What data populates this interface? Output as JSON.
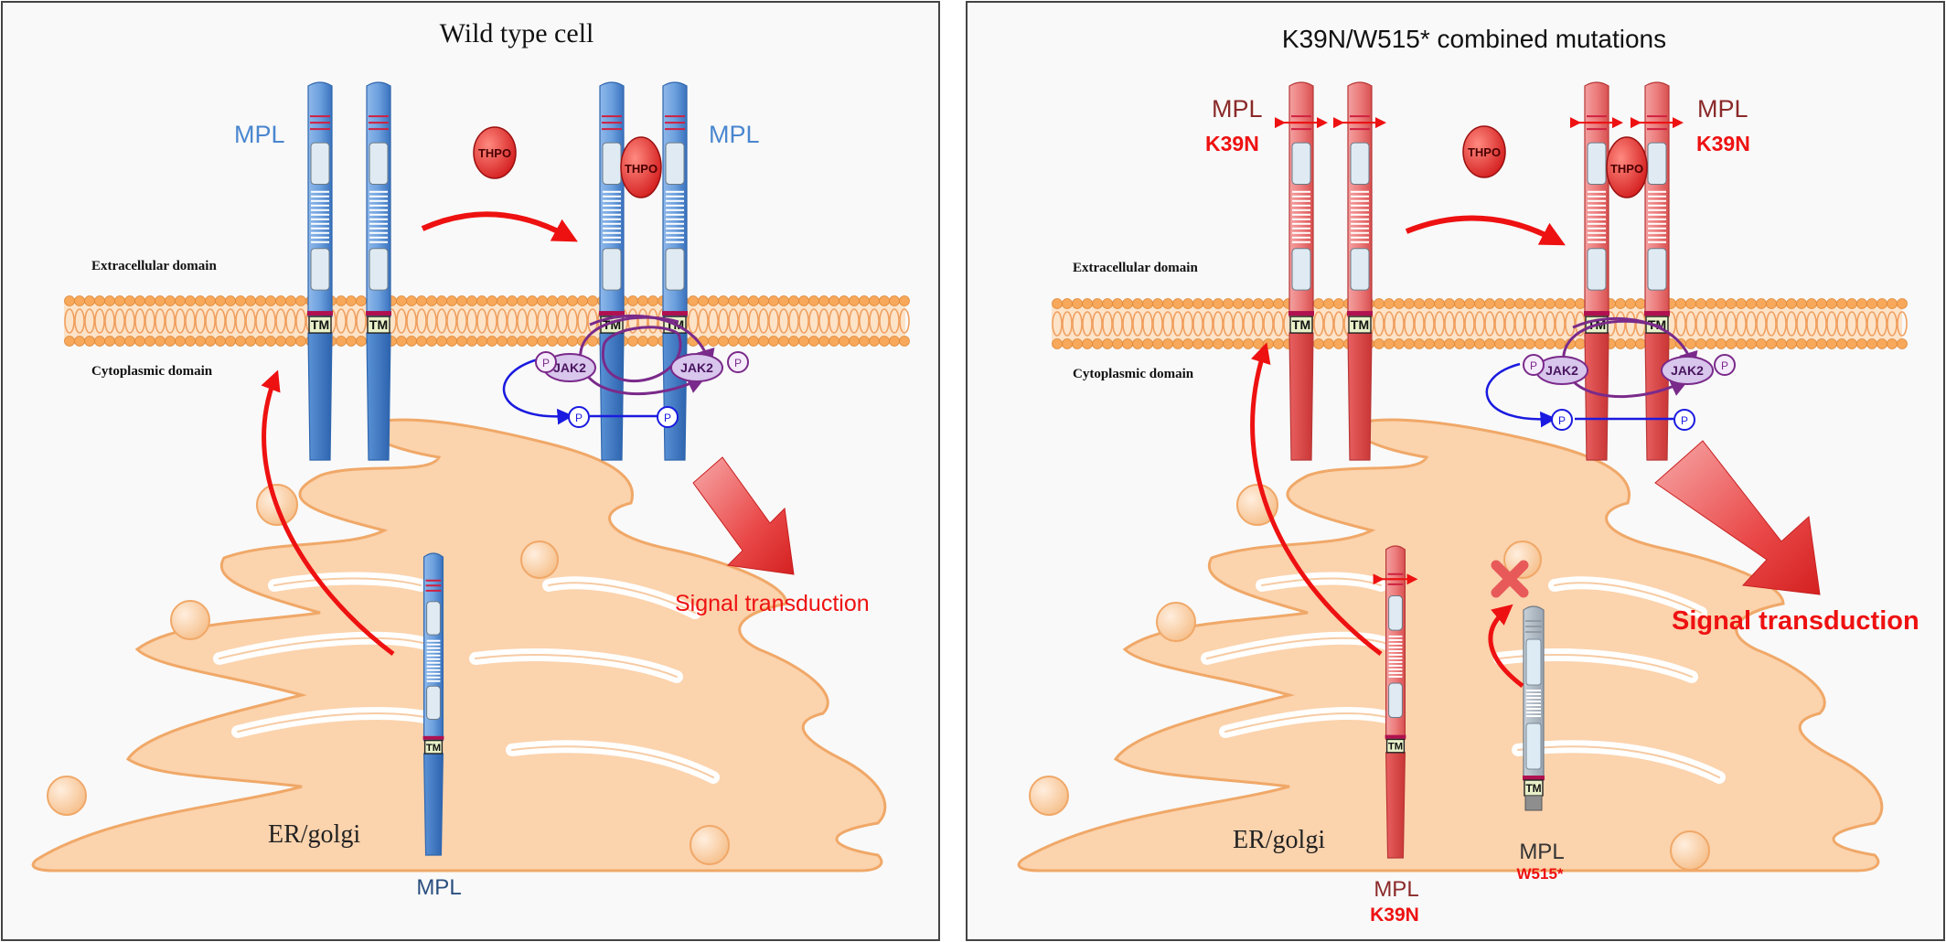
{
  "colors": {
    "wild_type_receptor": "#4a86cf",
    "mutant_receptor": "#e04848",
    "truncated_receptor": "#b9c4cc",
    "ligand": "#e03030",
    "membrane": "#f5b070",
    "er_golgi": "#fbd3ad",
    "arrow": "#ee1111",
    "jak2": "#d8c6ec",
    "phospho": "#1a1ae0"
  },
  "left_panel": {
    "title": "Wild type cell",
    "receptor_label": "MPL",
    "ligand_label": "THPO",
    "tm_label": "TM",
    "extracellular_label": "Extracellular domain",
    "cytoplasmic_label": "Cytoplasmic domain",
    "jak_label": "JAK2",
    "p_label": "P",
    "er_label": "ER/golgi",
    "er_receptor_label": "MPL",
    "signal_label": "Signal transduction"
  },
  "right_panel": {
    "title": "K39N/W515* combined mutations",
    "receptor_label": "MPL",
    "mutation_label": "K39N",
    "ligand_label": "THPO",
    "tm_label": "TM",
    "extracellular_label": "Extracellular domain",
    "cytoplasmic_label": "Cytoplasmic domain",
    "jak_label": "JAK2",
    "p_label": "P",
    "er_label": "ER/golgi",
    "er_receptor_label": "MPL",
    "er_receptor_mutation": "K39N",
    "truncated_receptor_label": "MPL",
    "truncated_mutation": "W515*",
    "signal_label": "Signal transduction",
    "blocked_symbol": "✖"
  }
}
